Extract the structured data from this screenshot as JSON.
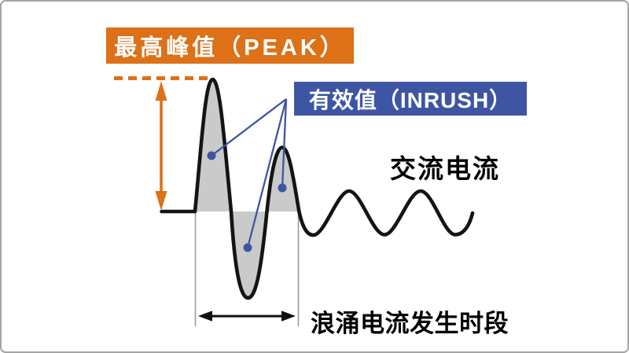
{
  "page": {
    "background": "#ffffff",
    "border_color": "#a5a5a5"
  },
  "labels": {
    "peak_banner": "最高峰值（PEAK）",
    "inrush_banner": "有效值（INRUSH）",
    "ac_current": "交流电流",
    "surge_period": "浪涌电流发生时段"
  },
  "colors": {
    "peak_accent": "#dc7118",
    "inrush_accent": "#3e55a3",
    "waveform_stroke": "#141414",
    "waveform_fill": "#cacaca",
    "guide_gray": "#9b9b9b",
    "label_text": "#000000"
  }
}
